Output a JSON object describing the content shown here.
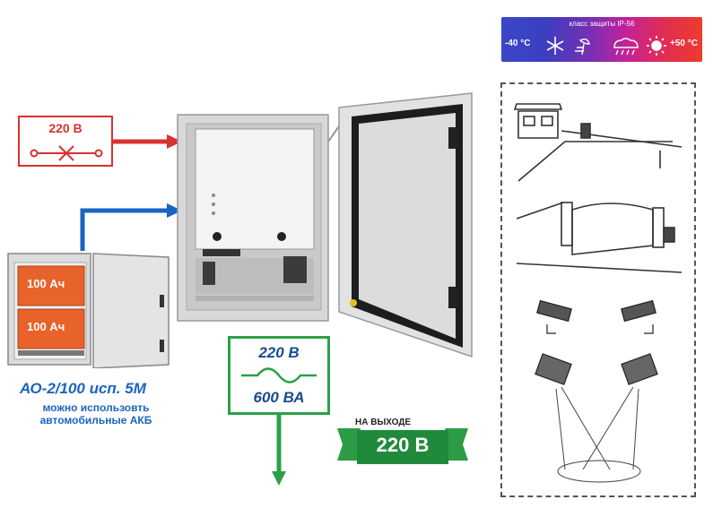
{
  "protection": {
    "title": "класс защиты IP-56",
    "temp_min": "-40 °С",
    "temp_max": "+50 °С"
  },
  "input": {
    "voltage": "220 В"
  },
  "battery": {
    "label_top": "100 Ач",
    "label_bottom": "100 Ач",
    "model": "АО-2/100 исп. 5М",
    "note_line1": "можно использовть",
    "note_line2": "автомобильные АКБ"
  },
  "output": {
    "voltage": "220 В",
    "power": "600 ВА",
    "label": "НА ВЫХОДЕ",
    "badge": "220 В"
  },
  "colors": {
    "input_red": "#d9322f",
    "arrow_blue": "#1a64c3",
    "output_green": "#2aa047",
    "battery_orange": "#e8632a"
  }
}
